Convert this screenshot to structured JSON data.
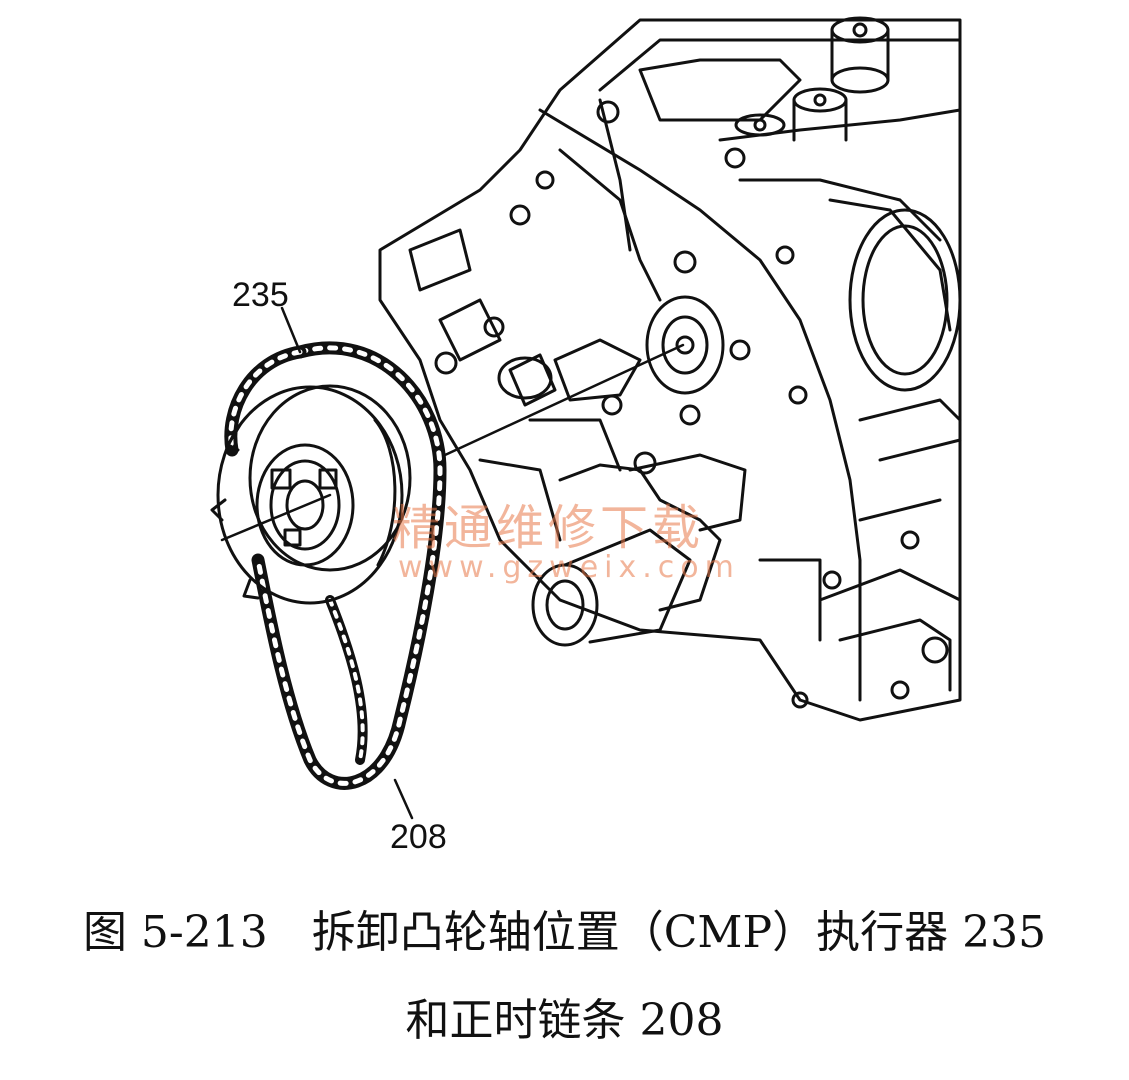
{
  "figure": {
    "callouts": {
      "c235": "235",
      "c208": "208"
    },
    "watermark": {
      "text_cn": "精通维修下载",
      "url": "www.gzweix.com"
    }
  },
  "caption": {
    "line1": "图 5-213　拆卸凸轮轴位置（CMP）执行器 235",
    "line2": "和正时链条 208"
  }
}
